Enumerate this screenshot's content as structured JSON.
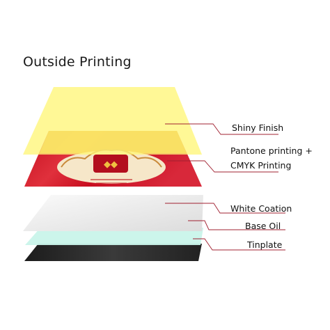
{
  "title": "Outside Printing",
  "layers": [
    {
      "label": "Shiny Finish",
      "color": "#fff678"
    },
    {
      "label_line1": "Pantone printing +",
      "label_line2": "CMYK Printing",
      "color": "#d01226"
    },
    {
      "label": "White Coation",
      "color": "#ececec"
    },
    {
      "label": "Base Oil",
      "color": "#c9f4ea"
    },
    {
      "label": "Tinplate",
      "color": "#2e2e2e"
    }
  ],
  "leader_color": "#a02030"
}
